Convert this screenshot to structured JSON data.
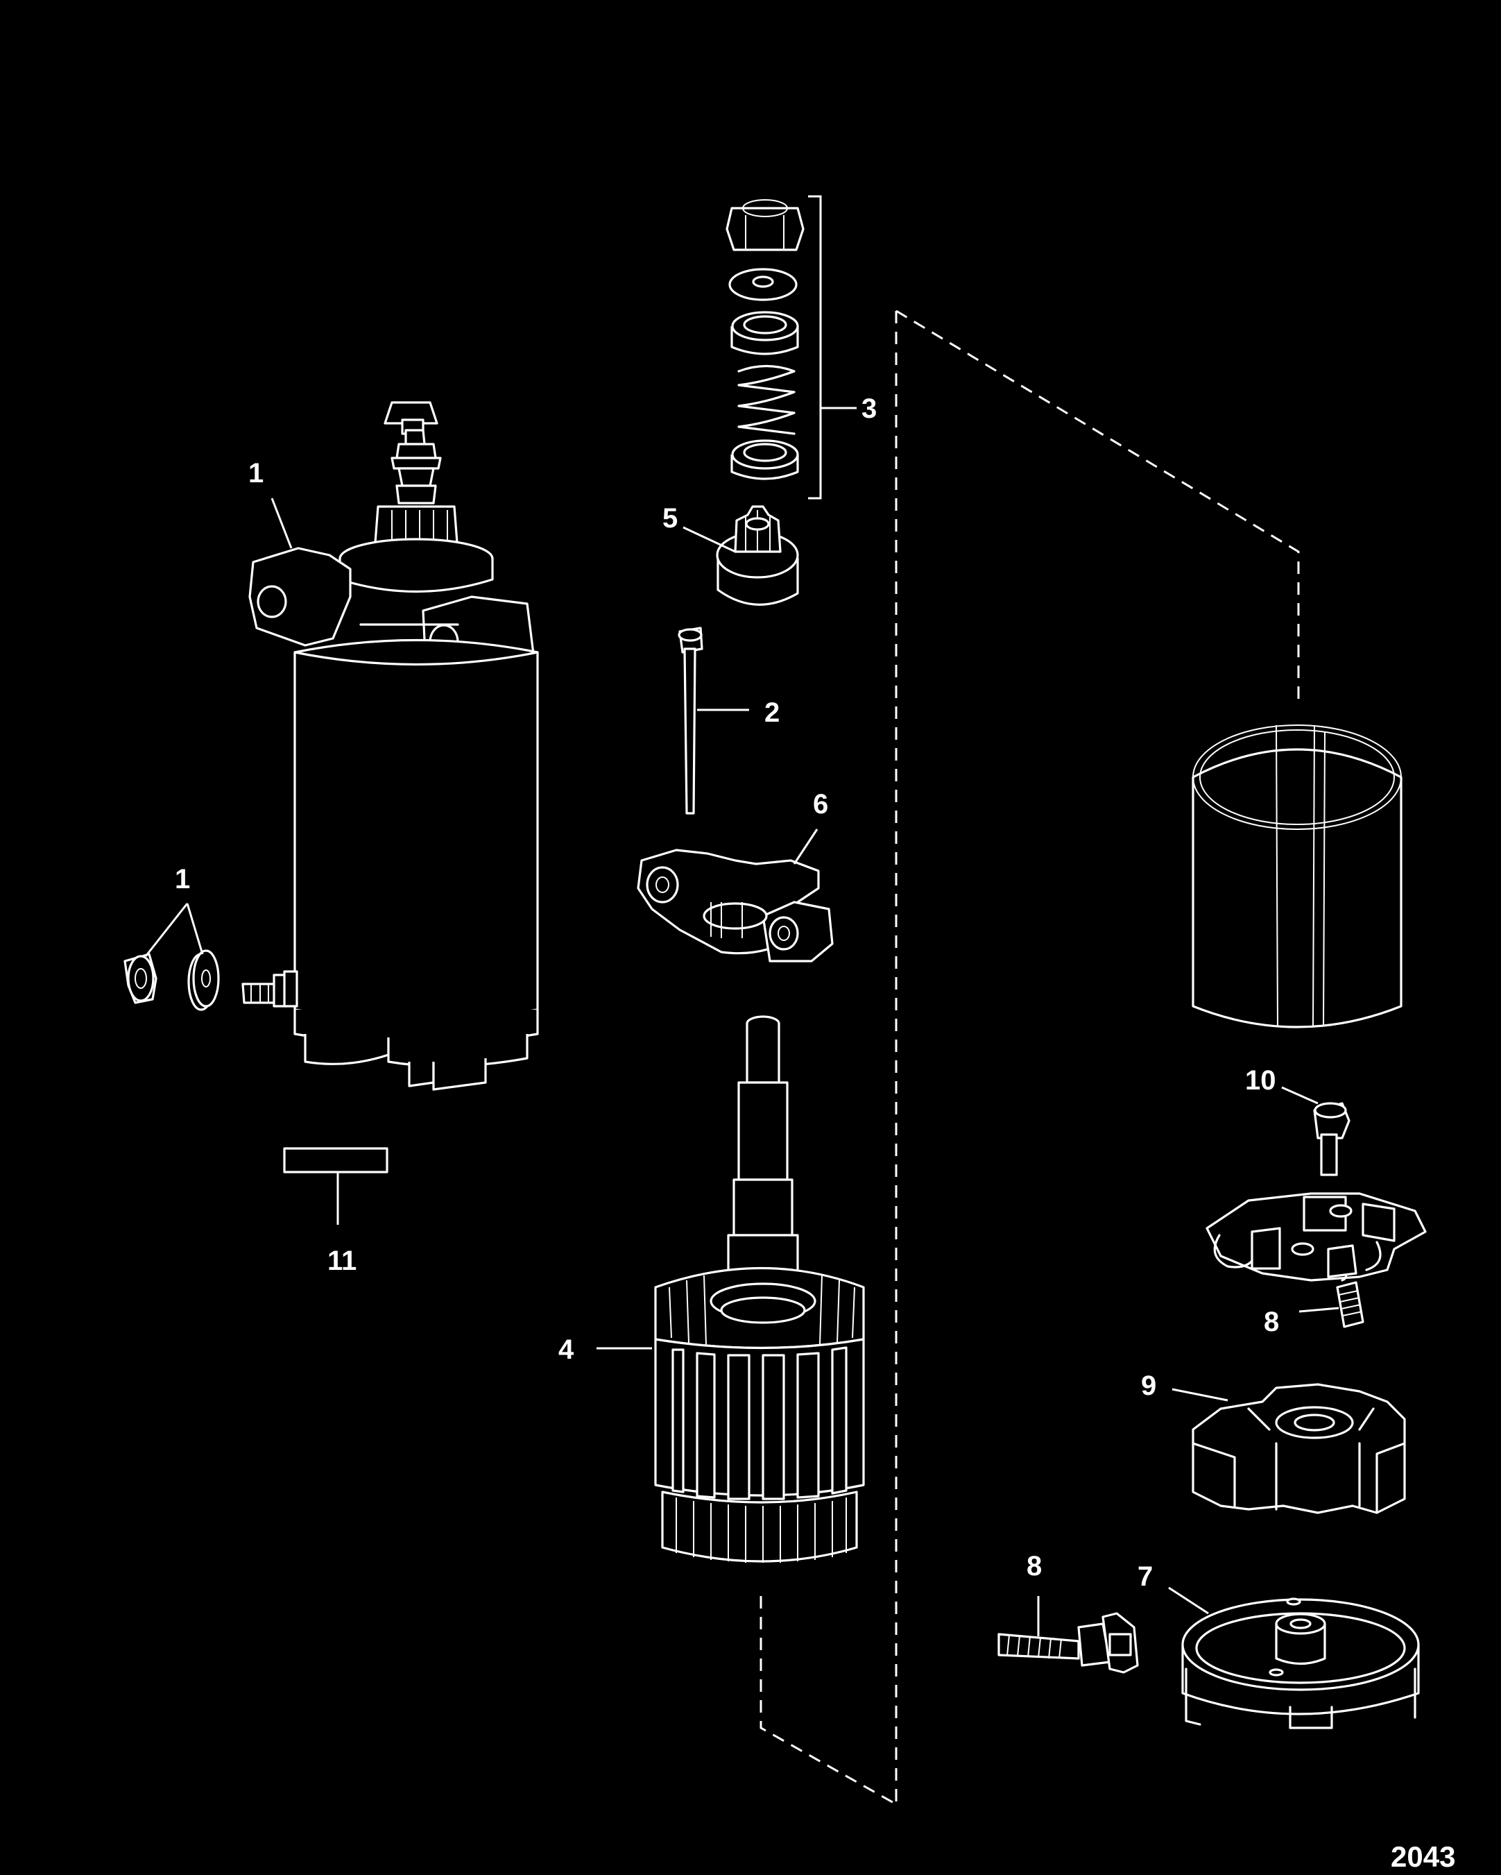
{
  "callouts": {
    "c1_motor": "1",
    "c1_nut": "1",
    "c2": "2",
    "c3": "3",
    "c4": "4",
    "c5": "5",
    "c6": "6",
    "c7": "7",
    "c8_upper": "8",
    "c8_lower": "8",
    "c9": "9",
    "c10": "10",
    "c11": "11"
  },
  "figure_number": "2043",
  "colors": {
    "background": "#000000",
    "linework": "#ffffff"
  }
}
